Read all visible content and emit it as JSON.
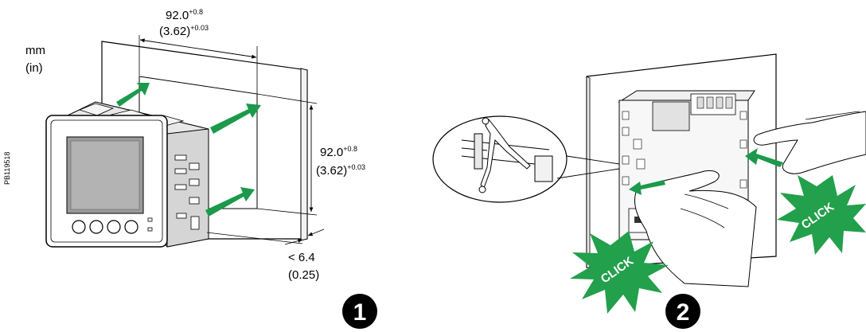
{
  "doc_id": "PB119518",
  "units": {
    "line1": "mm",
    "line2": "(in)"
  },
  "width_dim": {
    "mm": "92.0",
    "mm_tol": "+0.8",
    "in": "(3.62)",
    "in_tol": "+0.03"
  },
  "height_dim": {
    "mm": "92.0",
    "mm_tol": "+0.8",
    "in": "(3.62)",
    "in_tol": "+0.03"
  },
  "panel_thickness": {
    "mm": "< 6.4",
    "in": "(0.25)"
  },
  "click_labels": {
    "left": "CLICK",
    "right": "CLICK"
  },
  "steps": {
    "one": "1",
    "two": "2"
  },
  "colors": {
    "arrow": "#1a9a4a",
    "burst": "#22a04b",
    "step_badge": "#000000"
  }
}
